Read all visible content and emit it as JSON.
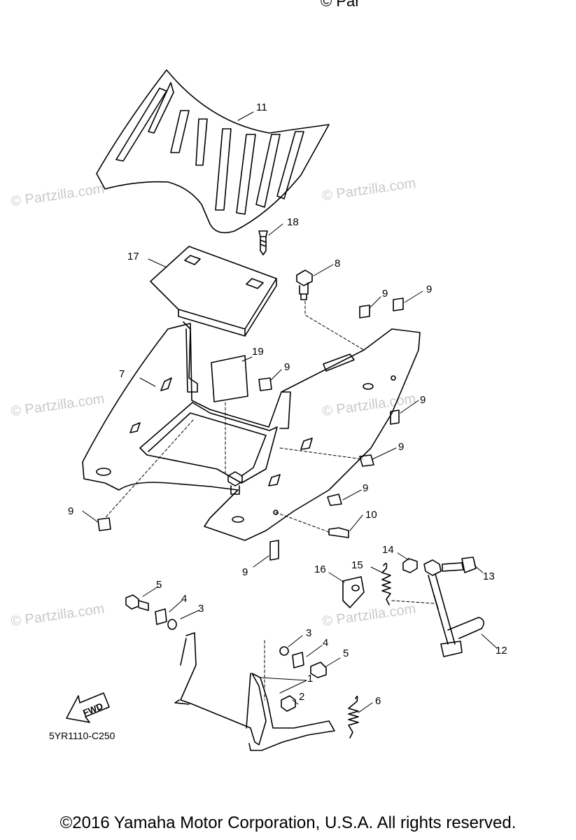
{
  "header_partial": "© Par",
  "watermark": "© Partzilla.com",
  "callouts": [
    {
      "id": "11",
      "label": "11"
    },
    {
      "id": "18",
      "label": "18"
    },
    {
      "id": "17",
      "label": "17"
    },
    {
      "id": "8",
      "label": "8"
    },
    {
      "id": "9a",
      "label": "9"
    },
    {
      "id": "9b",
      "label": "9"
    },
    {
      "id": "19",
      "label": "19"
    },
    {
      "id": "9c",
      "label": "9"
    },
    {
      "id": "7",
      "label": "7"
    },
    {
      "id": "9d",
      "label": "9"
    },
    {
      "id": "9e",
      "label": "9"
    },
    {
      "id": "9f",
      "label": "9"
    },
    {
      "id": "9g",
      "label": "9"
    },
    {
      "id": "10",
      "label": "10"
    },
    {
      "id": "9h",
      "label": "9"
    },
    {
      "id": "14",
      "label": "14"
    },
    {
      "id": "15",
      "label": "15"
    },
    {
      "id": "16",
      "label": "16"
    },
    {
      "id": "13",
      "label": "13"
    },
    {
      "id": "5a",
      "label": "5"
    },
    {
      "id": "4a",
      "label": "4"
    },
    {
      "id": "3a",
      "label": "3"
    },
    {
      "id": "3b",
      "label": "3"
    },
    {
      "id": "4b",
      "label": "4"
    },
    {
      "id": "5b",
      "label": "5"
    },
    {
      "id": "1",
      "label": "1"
    },
    {
      "id": "2",
      "label": "2"
    },
    {
      "id": "12",
      "label": "12"
    },
    {
      "id": "6",
      "label": "6"
    }
  ],
  "fwd_label": "FWD",
  "diagram_code": "5YR1110-C250",
  "copyright": "©2016 Yamaha Motor Corporation, U.S.A. All rights reserved."
}
